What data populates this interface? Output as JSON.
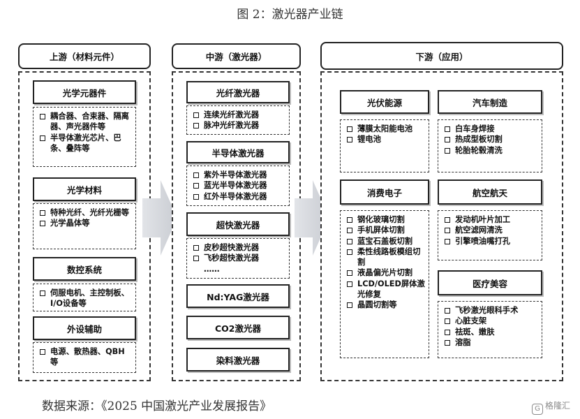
{
  "title": "图 2：激光器产业链",
  "source": "数据来源：《2025 中国激光产业发展报告》",
  "watermark": "格隆汇",
  "stages": {
    "upstream": {
      "header": "上游（材料元件）",
      "categories": [
        {
          "label": "光学元器件",
          "items": [
            "耦合器、合束器、隔离器、声光器件等",
            "半导体激光芯片、巴条、叠阵等"
          ]
        },
        {
          "label": "光学材料",
          "items": [
            "特种光纤、光纤光栅等",
            "光学晶体等"
          ]
        },
        {
          "label": "数控系统",
          "items": [
            "伺服电机、主控制板、I/O设备等"
          ]
        },
        {
          "label": "外设辅助",
          "items": [
            "电源、散热器、QBH等"
          ]
        }
      ]
    },
    "midstream": {
      "header": "中游（激光器）",
      "categories": [
        {
          "label": "光纤激光器",
          "items": [
            "连续光纤激光器",
            "脉冲光纤激光器"
          ]
        },
        {
          "label": "半导体激光器",
          "items": [
            "紫外半导体激光器",
            "蓝光半导体激光器",
            "红外半导体激光器"
          ]
        },
        {
          "label": "超快激光器",
          "items": [
            "皮秒超快激光器",
            "飞秒超快激光器"
          ],
          "more": "……"
        },
        {
          "label": "Nd:YAG激光器"
        },
        {
          "label": "CO2激光器"
        },
        {
          "label": "染料激光器"
        }
      ]
    },
    "downstream": {
      "header": "下游（应用）",
      "categories": [
        {
          "label": "光伏能源",
          "items": [
            "薄膜太阳能电池",
            "锂电池"
          ]
        },
        {
          "label": "汽车制造",
          "items": [
            "白车身焊接",
            "热成型板切割",
            "轮胎轮毂清洗"
          ]
        },
        {
          "label": "消费电子",
          "items": [
            "钢化玻璃切割",
            "手机屏体切割",
            "蓝宝石盖板切割",
            "柔性线路板模组切割",
            "液晶偏光片切割",
            "LCD/OLED屏体激光修复",
            "晶圆切割等"
          ]
        },
        {
          "label": "航空航天",
          "items": [
            "发动机叶片加工",
            "航空滤网清洗",
            "引擎喷油嘴打孔"
          ]
        },
        {
          "label": "医疗美容",
          "items": [
            "飞秒激光眼科手术",
            "心脏支架",
            "祛斑、嫩肤",
            "溶脂"
          ]
        }
      ]
    }
  }
}
